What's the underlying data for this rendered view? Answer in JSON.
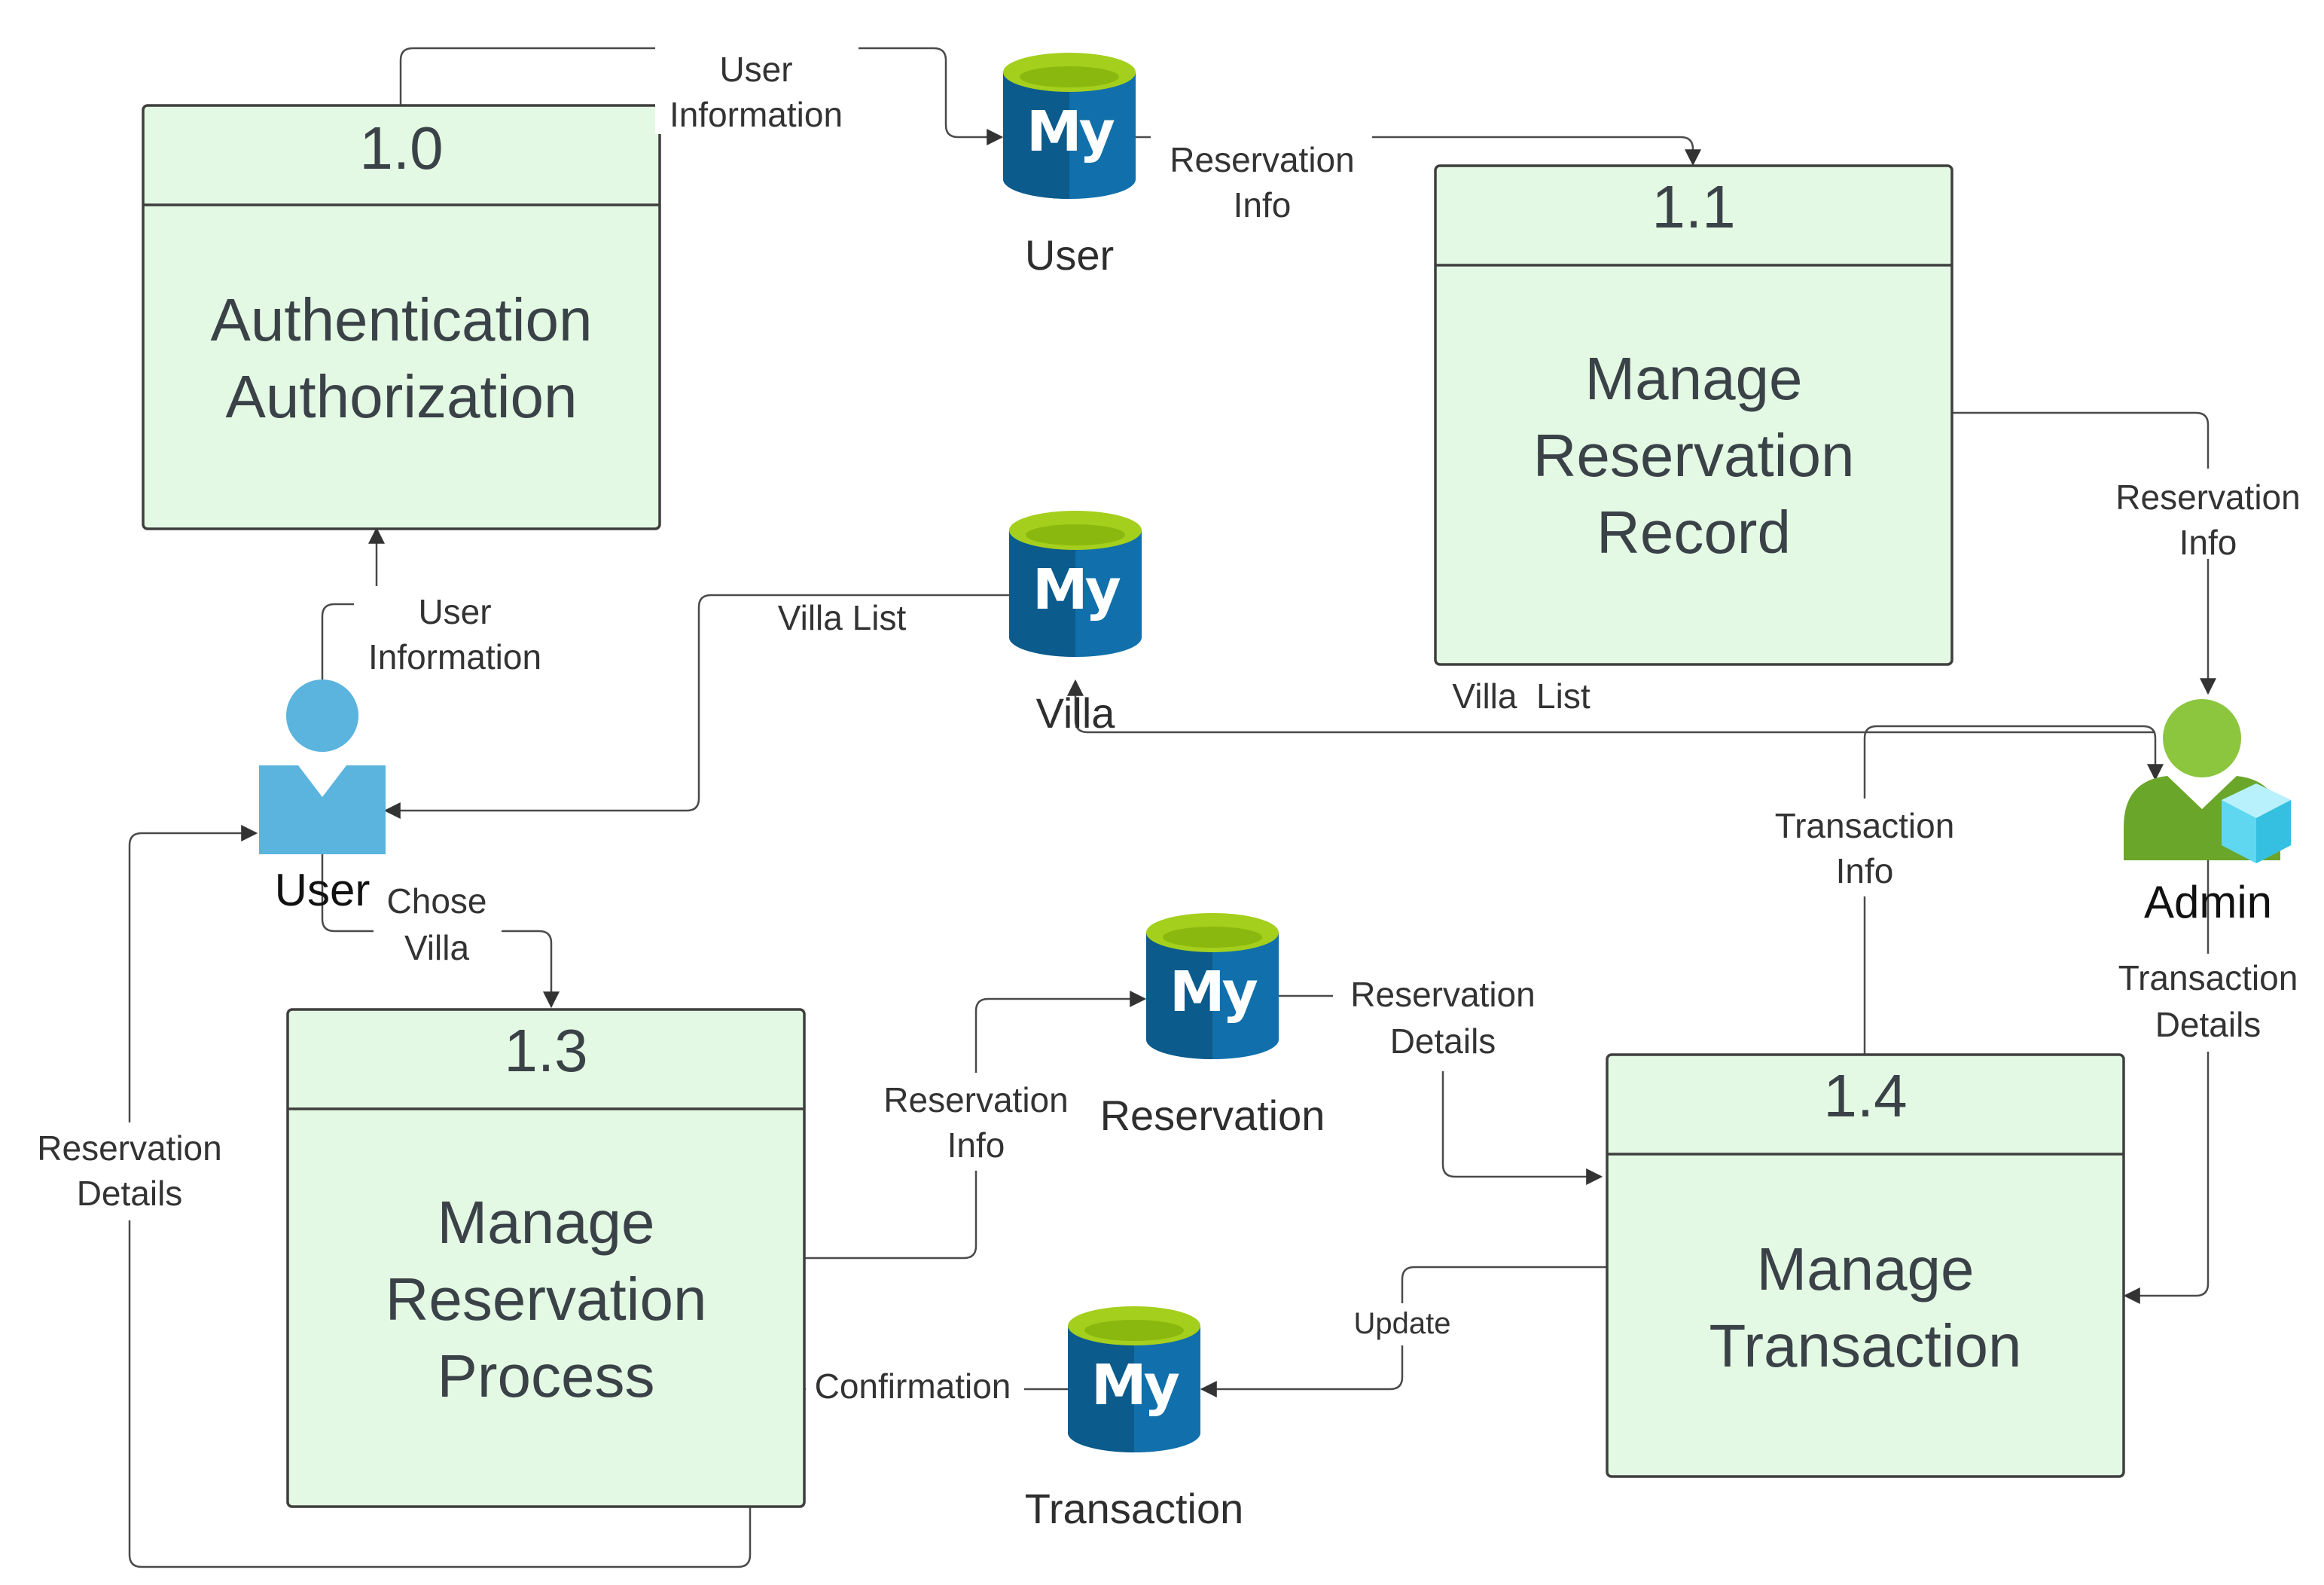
{
  "colors": {
    "process_fill": "#e3f9e3",
    "process_stroke": "#3e3e3e",
    "store_blue": "#1479b5",
    "store_blue_dark": "#0b5b8c",
    "store_lime": "#a4cf1d",
    "user_blue": "#5ab4de",
    "admin_green": "#7dbf2b",
    "admin_cube": "#5fd7f0"
  },
  "processes": [
    {
      "id": "p10",
      "number": "1.0",
      "title": [
        "Authentication",
        "Authorization"
      ]
    },
    {
      "id": "p11",
      "number": "1.1",
      "title": [
        "Manage",
        "Reservation",
        "Record"
      ]
    },
    {
      "id": "p13",
      "number": "1.3",
      "title": [
        "Manage",
        "Reservation",
        "Process"
      ]
    },
    {
      "id": "p14",
      "number": "1.4",
      "title": [
        "Manage",
        "Transaction"
      ]
    }
  ],
  "stores": [
    {
      "id": "user",
      "label": "User",
      "icon": "mysql-database-icon",
      "logo_text": "My"
    },
    {
      "id": "villa",
      "label": "Villa",
      "icon": "mysql-database-icon",
      "logo_text": "My"
    },
    {
      "id": "reservation",
      "label": "Reservation",
      "icon": "mysql-database-icon",
      "logo_text": "My"
    },
    {
      "id": "transaction",
      "label": "Transaction",
      "icon": "mysql-database-icon",
      "logo_text": "My"
    }
  ],
  "actors": [
    {
      "id": "user",
      "label": "User",
      "icon": "user-person-icon"
    },
    {
      "id": "admin",
      "label": "Admin",
      "icon": "admin-person-icon"
    }
  ],
  "flows": [
    {
      "id": "f1",
      "label": [
        "User",
        "Information"
      ]
    },
    {
      "id": "f2",
      "label": [
        "Reservation",
        "Info"
      ]
    },
    {
      "id": "f3",
      "label": [
        "Reservation",
        "Info"
      ]
    },
    {
      "id": "f4",
      "label": [
        "User",
        "Information"
      ]
    },
    {
      "id": "f5",
      "label": [
        "Villa List"
      ]
    },
    {
      "id": "f6",
      "label": [
        "Villa  List"
      ]
    },
    {
      "id": "f7",
      "label": [
        "Transaction",
        "Info"
      ]
    },
    {
      "id": "f8",
      "label": [
        "Chose",
        "Villa"
      ]
    },
    {
      "id": "f9",
      "label": [
        "Reservation",
        "Info"
      ]
    },
    {
      "id": "f10",
      "label": [
        "Reservation",
        "Details"
      ]
    },
    {
      "id": "f11",
      "label": [
        "Transaction",
        "Details"
      ]
    },
    {
      "id": "f12",
      "label": [
        "Update"
      ]
    },
    {
      "id": "f13",
      "label": [
        "Confirmation"
      ]
    },
    {
      "id": "f14",
      "label": [
        "Reservation",
        "Details"
      ]
    }
  ]
}
